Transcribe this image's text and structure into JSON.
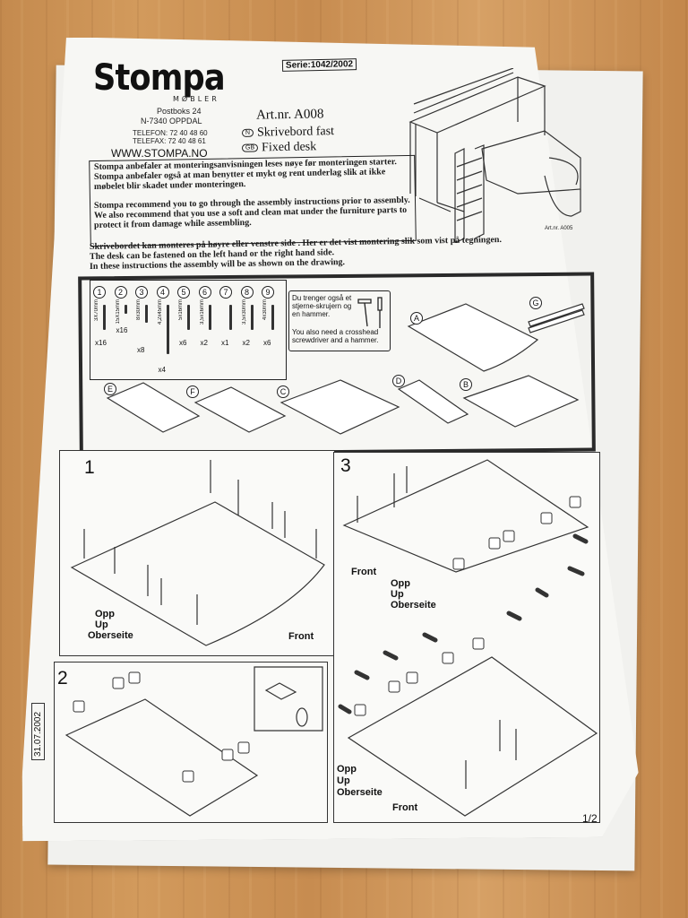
{
  "brand": {
    "name": "Stompa",
    "sub": "MØBLER"
  },
  "address": {
    "line1": "Postboks 24",
    "line2": "N-7340 OPPDAL",
    "phone": "TELEFON:  72 40 48 60",
    "fax": "TELEFAX:  72 40 48 61",
    "web": "WWW.STOMPA.NO"
  },
  "serie": "Serie:1042/2002",
  "article": {
    "number": "Art.nr. A008",
    "n_badge": "N",
    "n_name": "Skrivebord fast",
    "gb_badge": "GB",
    "gb_name": "Fixed desk"
  },
  "hero_caption": "Art.nr. A005",
  "paragraphs": {
    "no_1": "Stompa anbefaler at monteringsanvisningen leses nøye før monteringen starter.",
    "no_2": "Stompa anbefaler også at man benytter et mykt og rent underlag slik at ikke",
    "no_3": "møbelet blir skadet under monteringen.",
    "en_1": "Stompa recommend you to go through the assembly instructions prior to assembly.",
    "en_2": "We also recommend that you use a soft and clean mat under the furniture parts to",
    "en_3": "protect it from damage while assembling.",
    "side_1": "Skrivebordet kan monteres på høyre eller venstre side . Her er det vist montering slik som vist på tegningen.",
    "side_2": "The desk can be fastened on the left hand or the right hand side.",
    "side_3": "In these instructions the assembly will be as shown on the drawing."
  },
  "parts": {
    "numbers": [
      "1",
      "2",
      "3",
      "4",
      "5",
      "6",
      "7",
      "8",
      "9"
    ],
    "sizes": [
      "3X70mm",
      "15X15mm",
      "8x30mm",
      "4,2x45mm",
      "5x16mm",
      "3,5x16mm",
      "",
      "3,5x30mm",
      "4x30mm"
    ],
    "quantities": [
      "x16",
      "x16",
      "x8",
      "x4",
      "x6",
      "x2",
      "x1",
      "x2",
      "x6"
    ]
  },
  "tools": {
    "no": "Du trenger også et stjerne-skrujern og en hammer.",
    "en": "You also need a crosshead screwdriver and a hammer."
  },
  "panels": [
    "A",
    "G",
    "E",
    "F",
    "C",
    "D",
    "B"
  ],
  "steps": {
    "step1": "1",
    "step2": "2",
    "step3": "3",
    "opp": "Opp",
    "up": "Up",
    "oberseite": "Oberseite",
    "front": "Front"
  },
  "footer": {
    "date": "31.07.2002",
    "page": "1/2"
  }
}
